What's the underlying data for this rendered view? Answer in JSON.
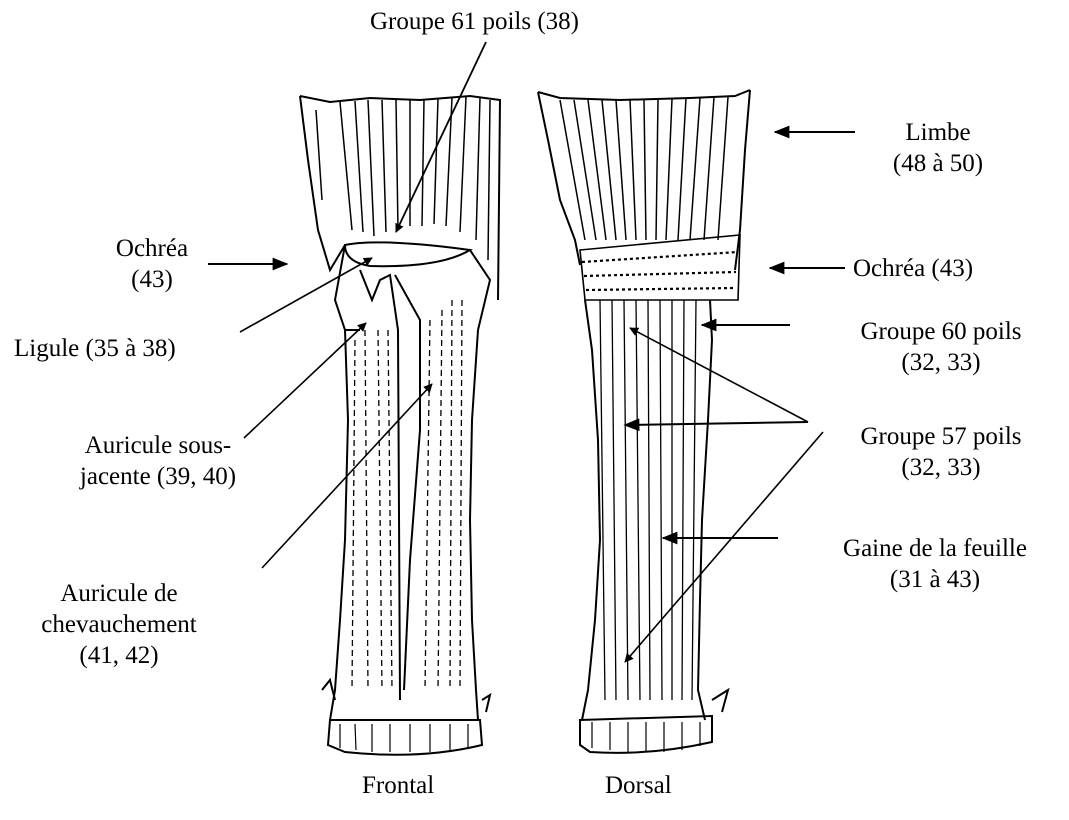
{
  "labels": {
    "groupe61": "Groupe 61 poils (38)",
    "limbe": [
      "Limbe",
      "(48 à 50)"
    ],
    "ochrea_left": [
      "Ochréa",
      "(43)"
    ],
    "ochrea_right": "Ochréa (43)",
    "ligule": "Ligule (35 à 38)",
    "groupe60": [
      "Groupe 60 poils",
      "(32, 33)"
    ],
    "auricule_sous": [
      "Auricule sous-",
      "jacente (39, 40)"
    ],
    "groupe57": [
      "Groupe 57 poils",
      "(32, 33)"
    ],
    "gaine": [
      "Gaine de la feuille",
      "(31 à 43)"
    ],
    "auricule_chev": [
      "Auricule de",
      "chevauchement",
      "(41, 42)"
    ]
  },
  "views": {
    "frontal": "Frontal",
    "dorsal": "Dorsal"
  },
  "colors": {
    "ink": "#000000",
    "background": "#ffffff"
  }
}
